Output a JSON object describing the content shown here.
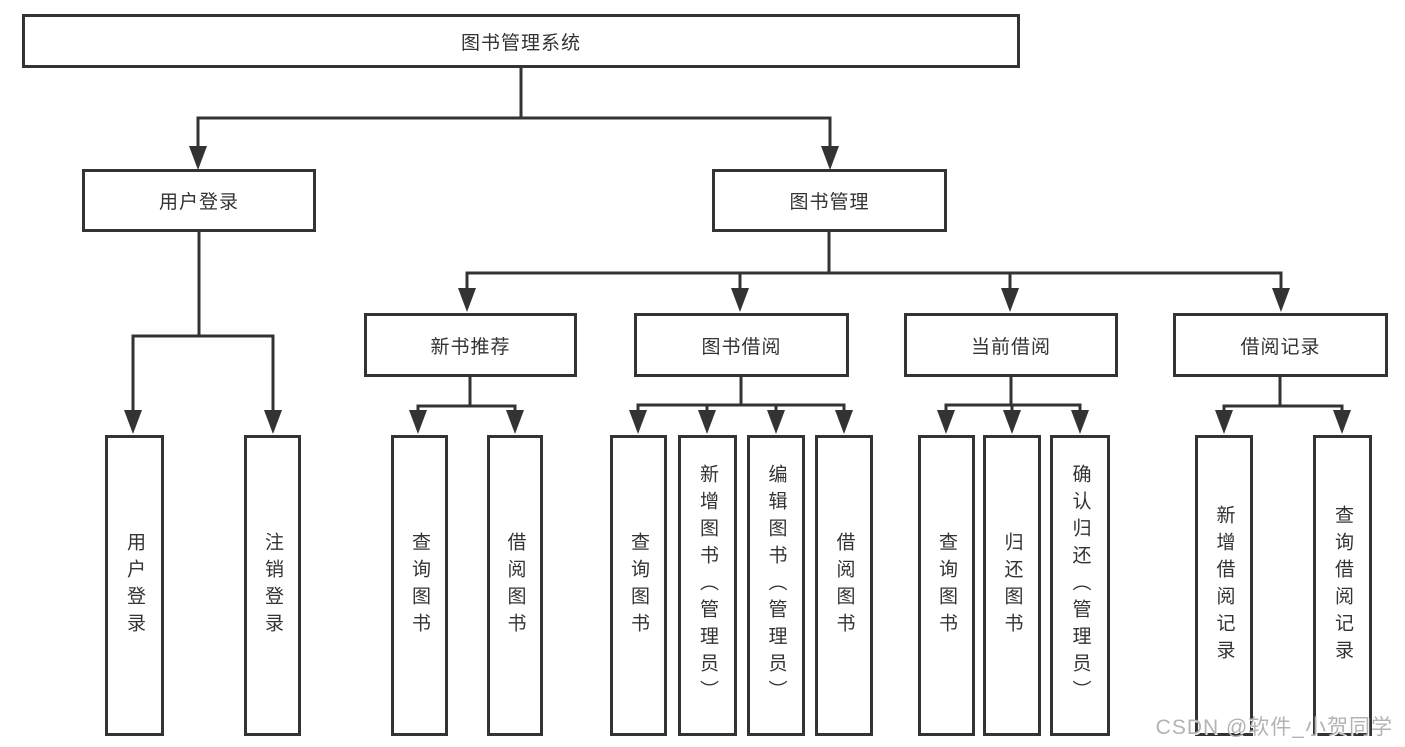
{
  "title": "图书管理系统",
  "tree": {
    "root": "图书管理系统",
    "children": [
      {
        "label": "用户登录",
        "children": [
          {
            "label": "用户登录"
          },
          {
            "label": "注销登录"
          }
        ]
      },
      {
        "label": "图书管理",
        "children": [
          {
            "label": "新书推荐",
            "children": [
              {
                "label": "查询图书"
              },
              {
                "label": "借阅图书"
              }
            ]
          },
          {
            "label": "图书借阅",
            "children": [
              {
                "label": "查询图书"
              },
              {
                "label": "新增图书（管理员）"
              },
              {
                "label": "编辑图书（管理员）"
              },
              {
                "label": "借阅图书"
              }
            ]
          },
          {
            "label": "当前借阅",
            "children": [
              {
                "label": "查询图书"
              },
              {
                "label": "归还图书"
              },
              {
                "label": "确认归还（管理员）"
              }
            ]
          },
          {
            "label": "借阅记录",
            "children": [
              {
                "label": "新增借阅记录"
              },
              {
                "label": "查询借阅记录"
              }
            ]
          }
        ]
      }
    ]
  },
  "watermark": {
    "text": "CSDN @软件_小贺同学"
  },
  "colors": {
    "line": "#333333",
    "box_border": "#333333",
    "box_fill": "#ffffff",
    "text": "#333333",
    "watermark": "#b3b3b3",
    "background": "#ffffff"
  }
}
